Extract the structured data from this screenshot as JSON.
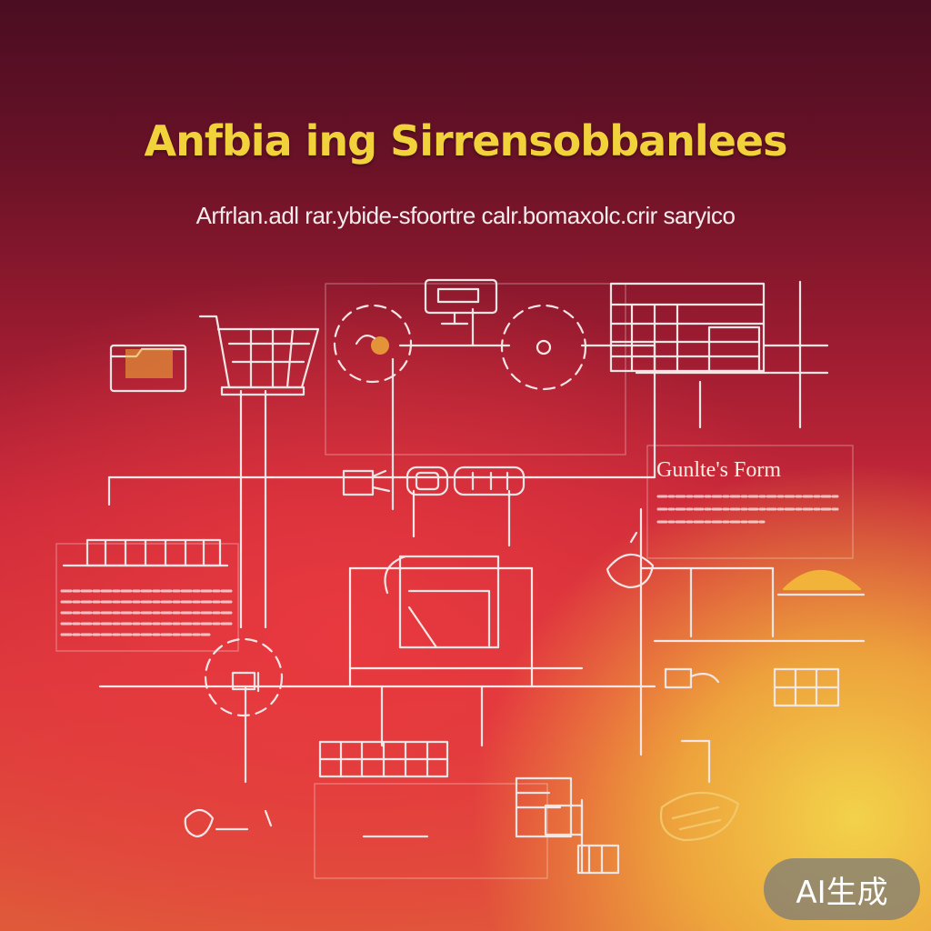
{
  "header": {
    "title": "Anfbia ing Sirrensobbanlees",
    "subtitle": "Arfrlan.adl rar.ybide-sfoortre calr.bomaxolc.crir saryico"
  },
  "panel": {
    "title": "Gunlte's Form"
  },
  "badge": {
    "label": "AI生成"
  },
  "colors": {
    "title": "#f1d23b",
    "line": "#f6e6e6",
    "accent": "#f3b23a"
  },
  "icons": [
    "shopping-cart-icon",
    "folder-icon",
    "monitor-icon",
    "table-grid-icon",
    "gauge-icon",
    "document-icon",
    "food-bowl-icon"
  ]
}
